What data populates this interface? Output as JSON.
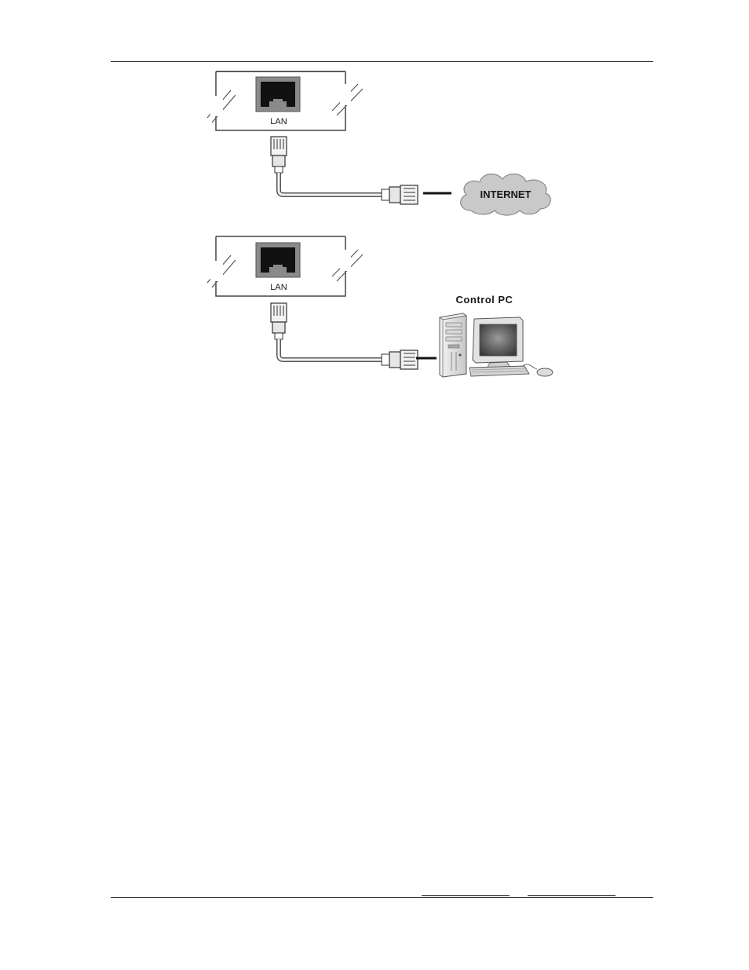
{
  "diagram_top": {
    "port_label": "LAN",
    "cloud_label": "INTERNET"
  },
  "diagram_bottom": {
    "port_label": "LAN",
    "pc_label": "Control PC"
  },
  "footer": {
    "link_1": "",
    "link_2": ""
  }
}
